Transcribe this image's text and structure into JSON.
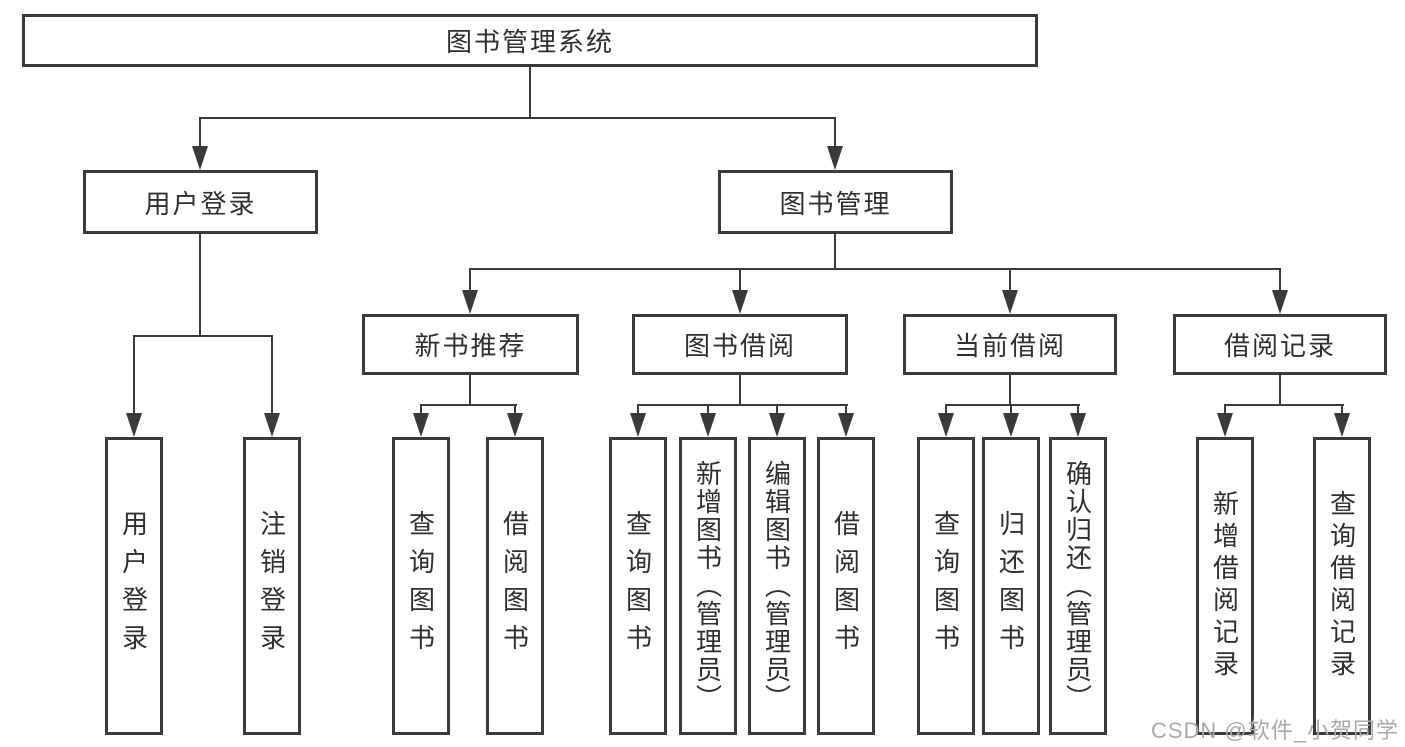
{
  "diagram": {
    "root": {
      "label": "图书管理系统"
    },
    "level2": [
      {
        "label": "用户登录"
      },
      {
        "label": "图书管理"
      }
    ],
    "level3": [
      {
        "label": "新书推荐"
      },
      {
        "label": "图书借阅"
      },
      {
        "label": "当前借阅"
      },
      {
        "label": "借阅记录"
      }
    ],
    "leaves": {
      "login": [
        {
          "label": "用户登录"
        },
        {
          "label": "注销登录"
        }
      ],
      "new_books": [
        {
          "label": "查询图书"
        },
        {
          "label": "借阅图书"
        }
      ],
      "book_borrow": [
        {
          "label": "查询图书"
        },
        {
          "label": "新增图书（管理员）"
        },
        {
          "label": "编辑图书（管理员）"
        },
        {
          "label": "借阅图书"
        }
      ],
      "current_borrow": [
        {
          "label": "查询图书"
        },
        {
          "label": "归还图书"
        },
        {
          "label": "确认归还（管理员）"
        }
      ],
      "borrow_records": [
        {
          "label": "新增借阅记录"
        },
        {
          "label": "查询借阅记录"
        }
      ]
    },
    "watermark": "CSDN @软件_小贺同学",
    "colors": {
      "line": "#3a3a3a",
      "text": "#2f2f2f",
      "watermark": "#a9a9a9",
      "background": "#ffffff"
    }
  }
}
